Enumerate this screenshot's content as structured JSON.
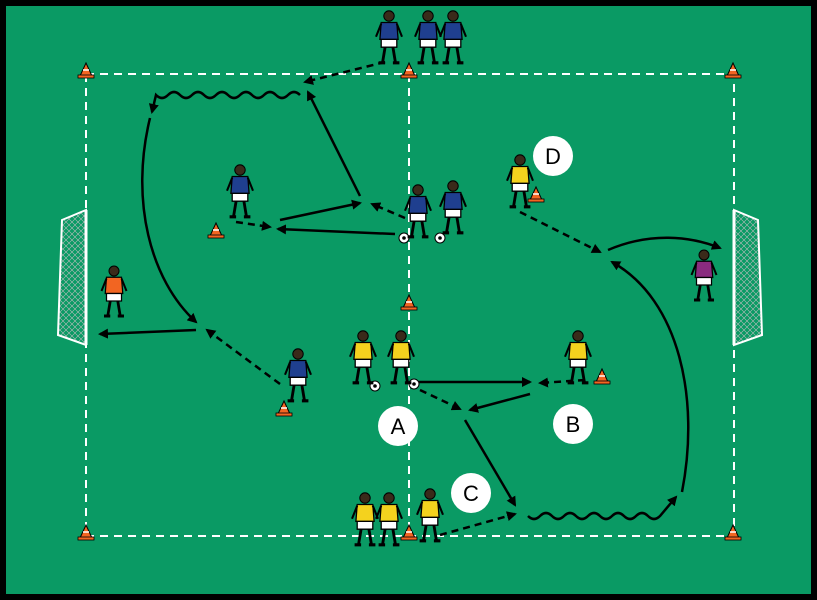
{
  "colors": {
    "field": "#0a9a64",
    "border": "#000000",
    "line": "#ffffff",
    "arrow": "#000000",
    "cone": "#f26522",
    "blue_team": "#1f3f8f",
    "yellow_team": "#f4d21e",
    "keeper_left": "#f26522",
    "keeper_right": "#8a2b7f",
    "label_fill": "#ffffff"
  },
  "icons": {
    "player": "player-figure-icon",
    "cone": "cone-icon",
    "ball": "ball-icon",
    "goal": "goal-net-icon"
  },
  "labels": {
    "a": "A",
    "b": "B",
    "c": "C",
    "d": "D"
  }
}
